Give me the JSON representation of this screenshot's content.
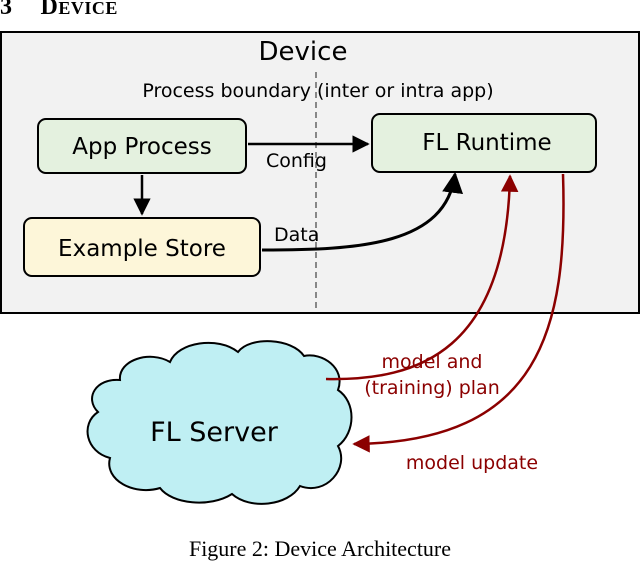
{
  "section": {
    "number": "3",
    "title_initial": "D",
    "title_rest": "EVICE"
  },
  "diagram": {
    "device_label": "Device",
    "process_boundary_label": "Process boundary (inter or intra app)",
    "app_process_label": "App Process",
    "example_store_label": "Example Store",
    "fl_runtime_label": "FL Runtime",
    "fl_server_label": "FL Server",
    "config_label": "Config",
    "data_label": "Data",
    "model_plan_line1": "model and",
    "model_plan_line2": "(training) plan",
    "model_update_label": "model update"
  },
  "colors": {
    "device_fill": "#f2f2f2",
    "green_box": "#e4f1df",
    "yellow_box": "#fdf6d9",
    "cloud_fill": "#bfeff3",
    "dark_red": "#8b0000"
  },
  "caption": "Figure 2: Device Architecture"
}
